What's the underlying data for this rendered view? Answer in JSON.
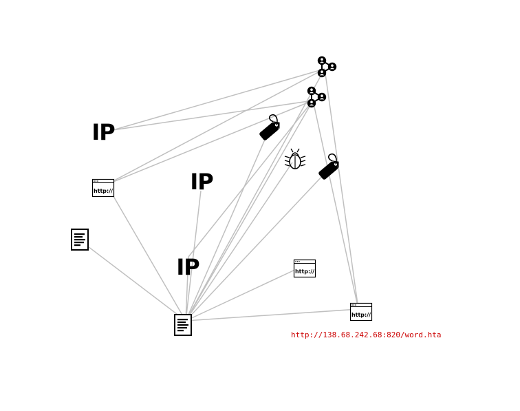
{
  "graph": {
    "edge_color": "#c0c0c0",
    "node_color": "#000000",
    "label_color": "#cc0000",
    "nodes": [
      {
        "id": "hub1",
        "kind": "network-icon"
      },
      {
        "id": "hub2",
        "kind": "network-icon"
      },
      {
        "id": "ip1",
        "kind": "ip-icon",
        "text": "IP"
      },
      {
        "id": "ip2",
        "kind": "ip-icon",
        "text": "IP"
      },
      {
        "id": "ip3",
        "kind": "ip-icon",
        "text": "IP"
      },
      {
        "id": "tag1",
        "kind": "tag-icon"
      },
      {
        "id": "tag2",
        "kind": "tag-icon"
      },
      {
        "id": "bug",
        "kind": "bug-icon"
      },
      {
        "id": "url1",
        "kind": "url-icon",
        "text": "http://"
      },
      {
        "id": "url2",
        "kind": "url-icon",
        "text": "http://"
      },
      {
        "id": "url3",
        "kind": "url-icon",
        "text": "http://",
        "label": "http://138.68.242.68:820/word.hta"
      },
      {
        "id": "doc1",
        "kind": "document-icon"
      },
      {
        "id": "doc2",
        "kind": "document-icon"
      }
    ],
    "edges": [
      [
        "hub1",
        "ip1"
      ],
      [
        "hub1",
        "url1"
      ],
      [
        "hub1",
        "doc2"
      ],
      [
        "hub1",
        "url3"
      ],
      [
        "hub2",
        "ip1"
      ],
      [
        "hub2",
        "url1"
      ],
      [
        "hub2",
        "doc2"
      ],
      [
        "hub2",
        "url3"
      ],
      [
        "hub2",
        "ip3"
      ],
      [
        "url1",
        "doc2"
      ],
      [
        "doc1",
        "doc2"
      ],
      [
        "ip2",
        "doc2"
      ],
      [
        "ip3",
        "doc2"
      ],
      [
        "tag1",
        "doc2"
      ],
      [
        "tag2",
        "doc2"
      ],
      [
        "bug",
        "doc2"
      ],
      [
        "url2",
        "doc2"
      ],
      [
        "url3",
        "doc2"
      ]
    ]
  }
}
